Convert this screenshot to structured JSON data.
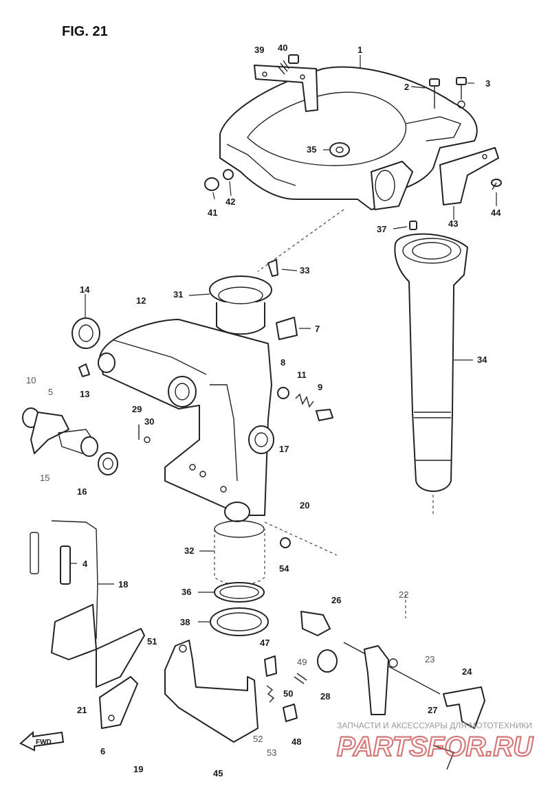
{
  "figure": {
    "title": "FIG. 21"
  },
  "callouts": [
    "1",
    "2",
    "3",
    "4",
    "5",
    "6",
    "7",
    "8",
    "9",
    "10",
    "11",
    "12",
    "13",
    "14",
    "15",
    "16",
    "17",
    "18",
    "19",
    "20",
    "21",
    "22",
    "23",
    "24",
    "26",
    "27",
    "28",
    "29",
    "30",
    "31",
    "32",
    "33",
    "34",
    "35",
    "36",
    "37",
    "38",
    "39",
    "40",
    "41",
    "42",
    "43",
    "44",
    "45",
    "47",
    "48",
    "49",
    "50",
    "51",
    "52",
    "53",
    "54"
  ],
  "fwd_marker": {
    "label": "FWD"
  },
  "watermark": {
    "caption": "ЗАПЧАСТИ И АКСЕССУАРЫ ДЛЯ МОТОТЕХНИКИ",
    "logo": "PARTSFOR.RU"
  }
}
